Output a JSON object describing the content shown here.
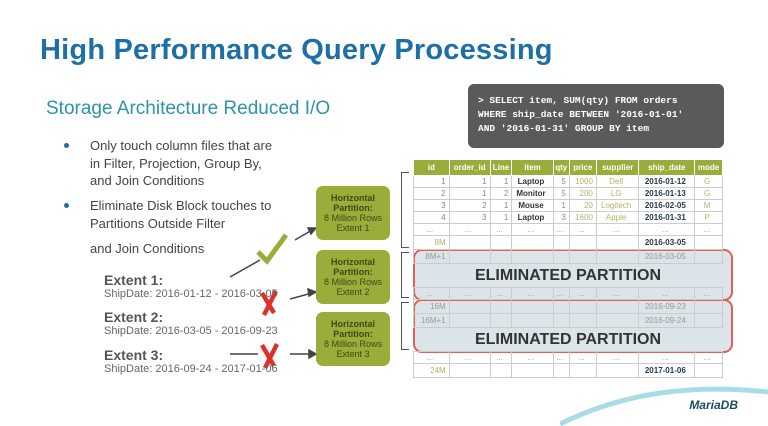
{
  "title": "High Performance Query Processing",
  "subtitle": "Storage Architecture Reduced I/O",
  "bullets": [
    "Only touch column files that are in Filter, Projection, Group By, and Join Conditions",
    "Eliminate Disk Block touches to Partitions Outside Filter",
    "and Join Conditions"
  ],
  "extents": [
    {
      "label": "Extent 1:",
      "range": "ShipDate: 2016-01-12 - 2016-03-05"
    },
    {
      "label": "Extent 2:",
      "range": "ShipDate: 2016-03-05 - 2016-09-23"
    },
    {
      "label": "Extent 3:",
      "range": "ShipDate: 2016-09-24 - 2017-01-06"
    }
  ],
  "partitions": [
    {
      "title": "Horizontal Partition:",
      "rows": "8 Million Rows",
      "extent": "Extent 1",
      "status": "check"
    },
    {
      "title": "Horizontal Partition:",
      "rows": "8 Million Rows",
      "extent": "Extent 2",
      "status": "cross"
    },
    {
      "title": "Horizontal Partition:",
      "rows": "8 Million Rows",
      "extent": "Extent 3",
      "status": "cross"
    }
  ],
  "sql": [
    "> SELECT item, SUM(qty) FROM orders",
    "WHERE ship_date BETWEEN '2016-01-01'",
    "AND '2016-01-31' GROUP BY item"
  ],
  "table": {
    "headers": [
      "id",
      "order_id",
      "Line",
      "item",
      "qty",
      "price",
      "supplier",
      "ship_date",
      "mode"
    ],
    "rows": [
      [
        "1",
        "1",
        "1",
        "Laptop",
        "5",
        "1000",
        "Dell",
        "2016-01-12",
        "G"
      ],
      [
        "2",
        "1",
        "2",
        "Monitor",
        "5",
        "200",
        "LG",
        "2016-01-13",
        "G"
      ],
      [
        "3",
        "2",
        "1",
        "Mouse",
        "1",
        "20",
        "Logitech",
        "2016-02-05",
        "M"
      ],
      [
        "4",
        "3",
        "1",
        "Laptop",
        "3",
        "1600",
        "Apple",
        "2016-01-31",
        "P"
      ]
    ],
    "ellipsis": "...",
    "markers": [
      {
        "id": "8M",
        "date": "2016-03-05"
      },
      {
        "id": "8M+1",
        "date": "2016-03-05"
      },
      {
        "id": "16M",
        "date": "2016-09-23"
      },
      {
        "id": "16M+1",
        "date": "2016-09-24"
      },
      {
        "id": "24M",
        "date": "2017-01-06"
      }
    ]
  },
  "eliminated_label": "ELIMINATED PARTITION",
  "logo": "MariaDB"
}
